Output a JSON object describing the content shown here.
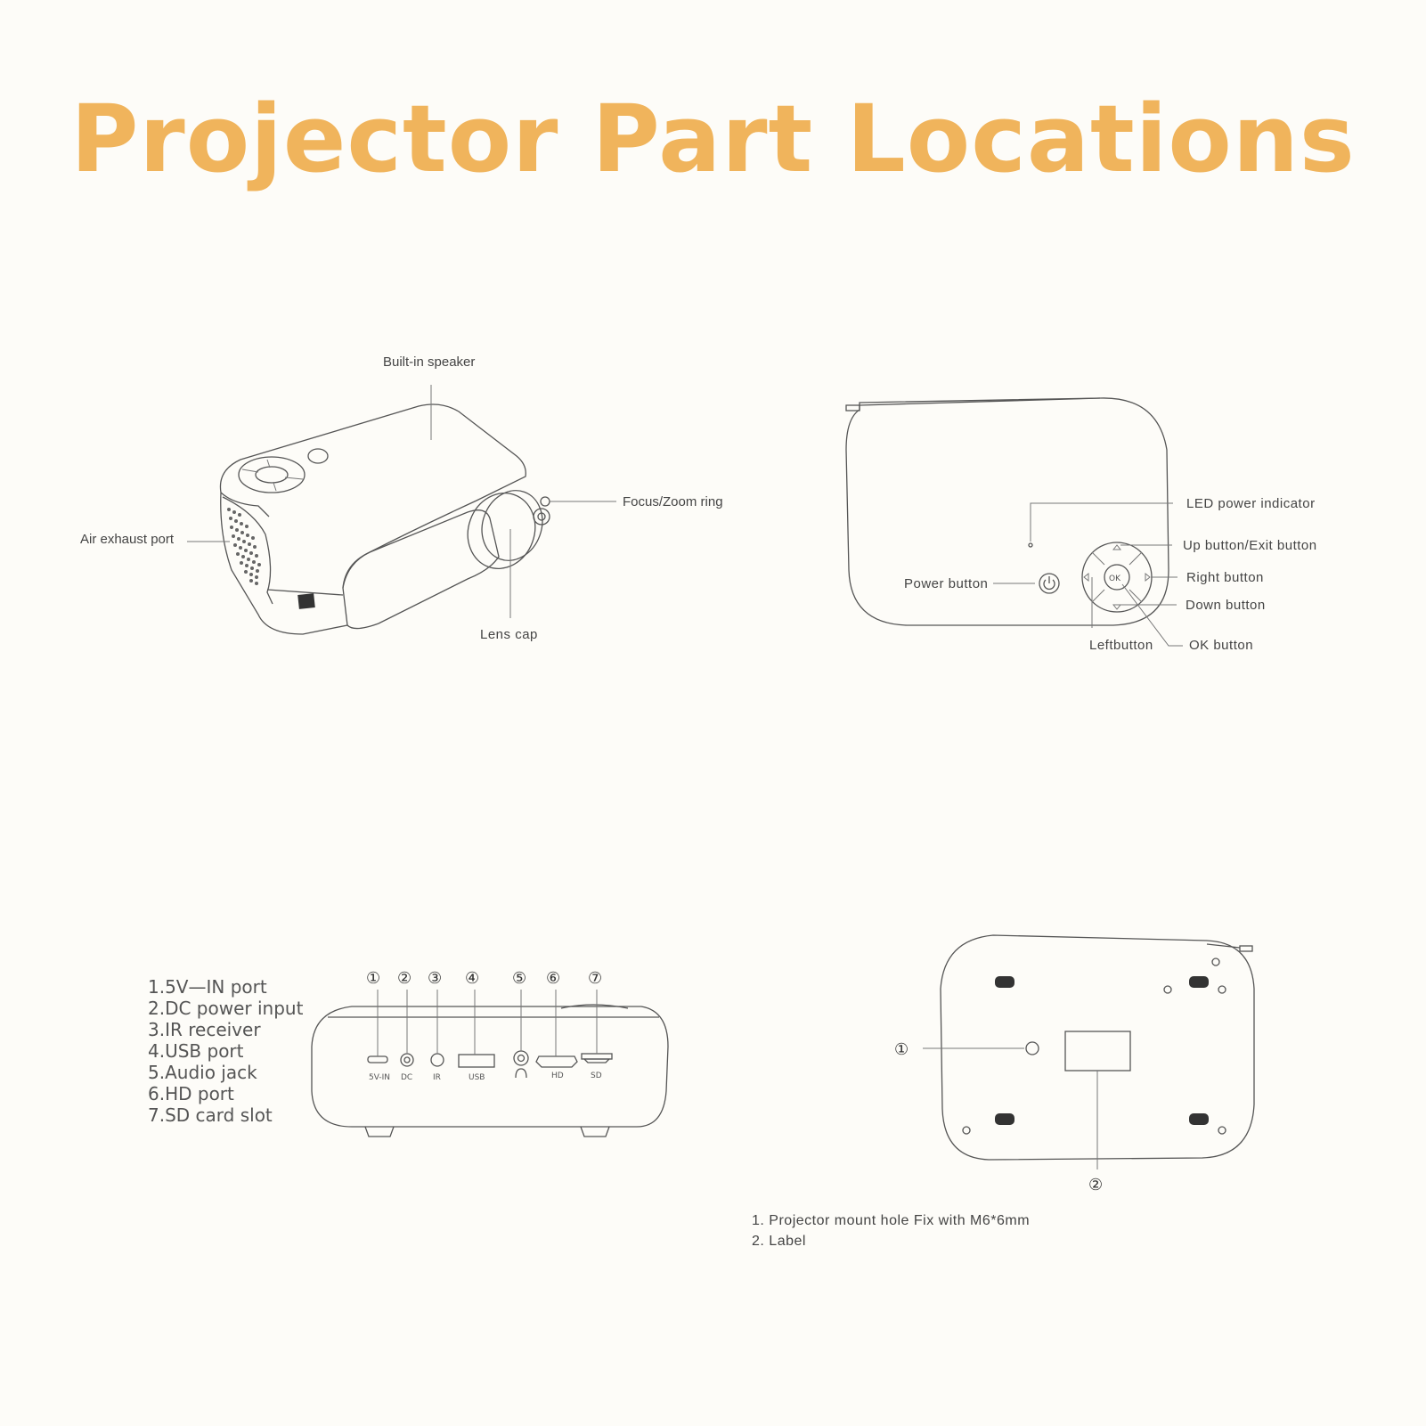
{
  "title": "Projector Part Locations",
  "colors": {
    "title": "#f0b45c",
    "line": "#555555",
    "background": "#fdfcf8"
  },
  "front_view": {
    "labels": {
      "speaker": "Built-in speaker",
      "focus": "Focus/Zoom ring",
      "exhaust": "Air exhaust port",
      "lens_cap": "Lens cap"
    }
  },
  "top_view": {
    "labels": {
      "led": "LED power indicator",
      "up": "Up button/Exit button",
      "right": "Right button",
      "down": "Down button",
      "power": "Power button",
      "left": "Leftbutton",
      "ok": "OK button",
      "ok_text": "OK"
    }
  },
  "rear_view": {
    "markers": [
      "①",
      "②",
      "③",
      "④",
      "⑤",
      "⑥",
      "⑦"
    ],
    "port_labels": [
      "5V-IN",
      "DC",
      "IR",
      "USB",
      "HD",
      "SD"
    ],
    "list": [
      "1.5V—IN port",
      "2.DC power input",
      "3.IR receiver",
      "4.USB port",
      "5.Audio jack",
      "6.HD port",
      "7.SD card slot"
    ]
  },
  "bottom_view": {
    "markers": [
      "①",
      "②"
    ],
    "legend": [
      "1. Projector mount hole Fix with M6*6mm",
      "2. Label"
    ]
  }
}
